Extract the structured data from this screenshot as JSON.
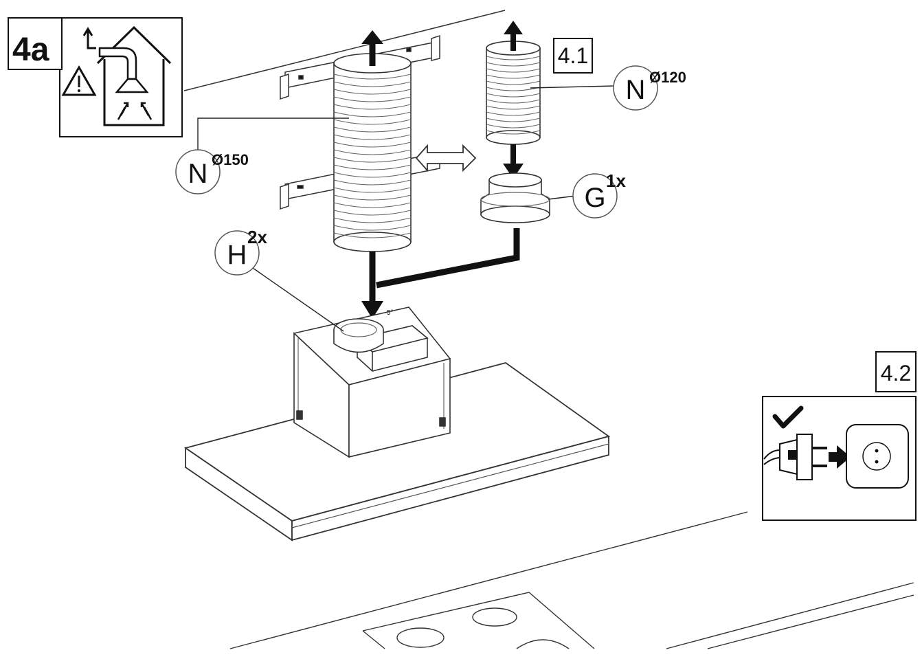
{
  "step": {
    "label": "4a"
  },
  "sub_steps": {
    "step_41": "4.1",
    "step_42": "4.2"
  },
  "callouts": {
    "N_left": {
      "letter": "N",
      "sup": "Ø150"
    },
    "N_right": {
      "letter": "N",
      "sup": "Ø120"
    },
    "G": {
      "letter": "G",
      "sup": "1x"
    },
    "H": {
      "letter": "H",
      "sup": "2x"
    }
  },
  "icons": {
    "warning": "warning-triangle-icon",
    "house": "house-duct-icon",
    "check": "check-mark-icon",
    "plug": "plug-icon",
    "socket": "wall-socket-icon"
  },
  "colors": {
    "line": "#111111",
    "paper": "#ffffff",
    "gray": "#888888"
  }
}
